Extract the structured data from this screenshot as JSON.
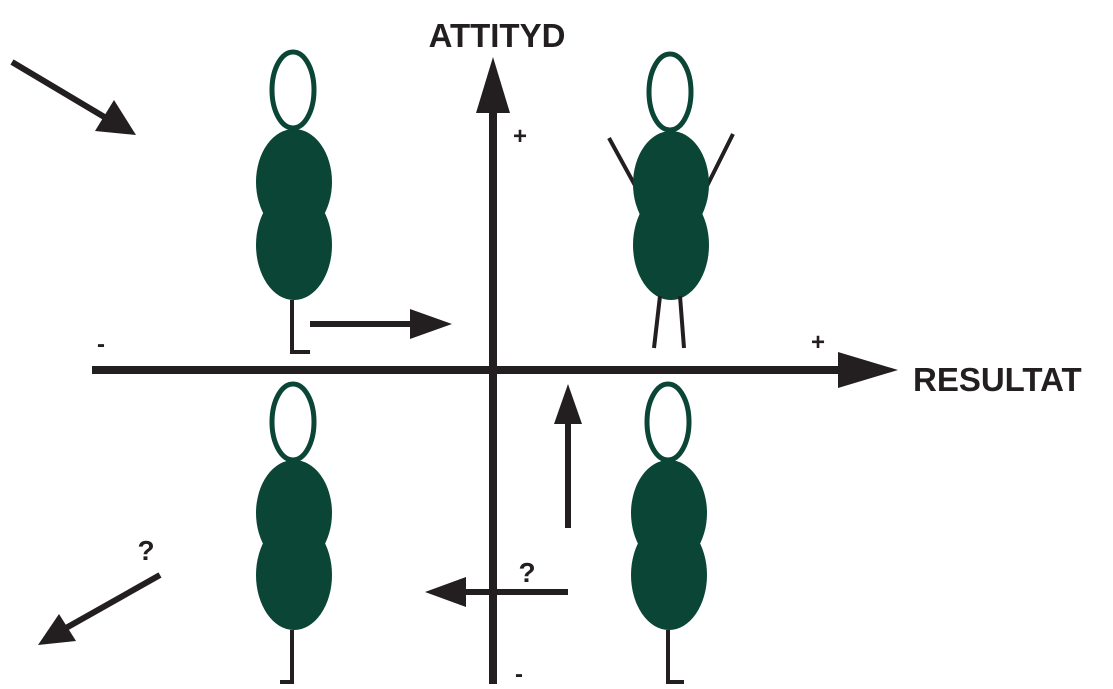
{
  "axes": {
    "y_title": "ATTITYD",
    "x_title": "RESULTAT",
    "y_plus": "+",
    "y_minus": "-",
    "x_plus": "+",
    "x_minus": "-"
  },
  "arrow_labels": {
    "lower_left": "?",
    "lower_middle": "?"
  },
  "colors": {
    "figure_fill": "#0a4535",
    "figure_head_outline": "#0a4535",
    "ink": "#231f20",
    "background": "#ffffff"
  },
  "quadrants": [
    {
      "name": "top-left",
      "attitude": "+",
      "result": "-",
      "arms_raised": false,
      "legs": "one"
    },
    {
      "name": "top-right",
      "attitude": "+",
      "result": "+",
      "arms_raised": true,
      "legs": "two"
    },
    {
      "name": "bottom-left",
      "attitude": "-",
      "result": "-",
      "arms_raised": false,
      "legs": "one"
    },
    {
      "name": "bottom-right",
      "attitude": "-",
      "result": "+",
      "arms_raised": false,
      "legs": "one"
    }
  ]
}
